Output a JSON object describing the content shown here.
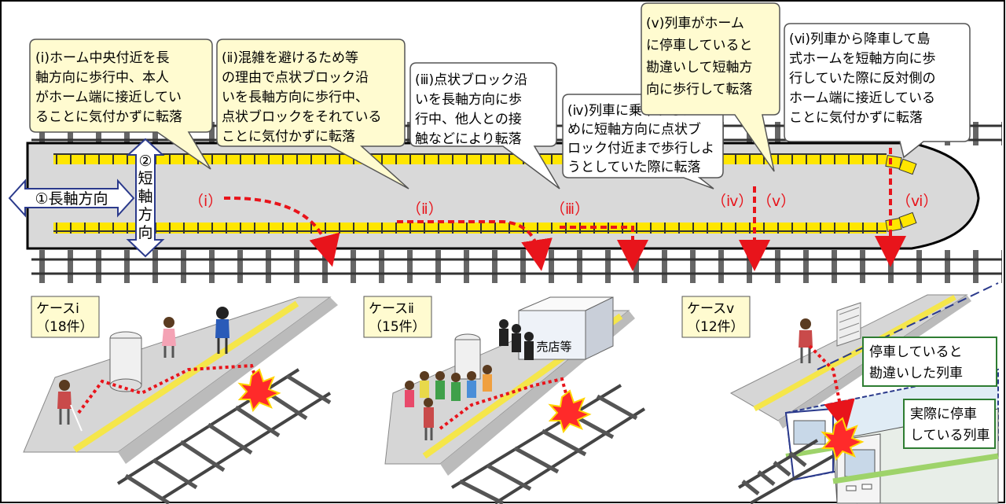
{
  "bubbles": {
    "i": [
      "(ⅰ)ホーム中央付近を長",
      "軸方向に歩行中、本人",
      "がホーム端に接近してい",
      "ることに気付かずに転落"
    ],
    "ii": [
      "(ⅱ)混雑を避けるため等",
      "の理由で点状ブロック沿",
      "いを長軸方向に歩行中、",
      "点状ブロックをそれている",
      "ことに気付かずに転落"
    ],
    "iii": [
      "(ⅲ)点状ブロック沿",
      "いを長軸方向に歩",
      "行中、他人との接",
      "触などにより転落"
    ],
    "iv": [
      "(ⅳ)列車に乗車するた",
      "めに短軸方向に点状ブ",
      "ロック付近まで歩行しよ",
      "うとしていた際に転落"
    ],
    "v": [
      "(ⅴ)列車がホーム",
      "に停車していると",
      "勘違いして短軸方",
      "向に歩行して転落"
    ],
    "vi": [
      "(ⅵ)列車から降車して島",
      "式ホームを短軸方向に歩",
      "行していた際に反対側の",
      "ホーム端に接近している",
      "ことに気付かずに転落"
    ]
  },
  "markers": {
    "i": "（ⅰ）",
    "ii": "（ⅱ）",
    "iii": "（ⅲ）",
    "iv": "（ⅳ）",
    "v": "（ⅴ）",
    "vi": "（ⅵ）"
  },
  "axes": {
    "long": "①長軸方向",
    "short_num": "②",
    "short_chars": [
      "短",
      "軸",
      "方",
      "向"
    ]
  },
  "cases": [
    {
      "title": "ケースⅰ",
      "count": "（18件）"
    },
    {
      "title": "ケースⅱ",
      "count": "（15件）"
    },
    {
      "title": "ケースⅴ",
      "count": "（12件）"
    }
  ],
  "kiosk_label": "売店等",
  "train_labels": {
    "mistaken": [
      "停車していると",
      "勘違いした列車"
    ],
    "actual": [
      "実際に停車",
      "している列車"
    ]
  },
  "colors": {
    "tactile": "#ffe600",
    "fall_path": "#e8141b",
    "platform": "#d9d9d9",
    "bubble": "#fffbd0",
    "train_green": "#9ed36a",
    "label_border": "#2e7d32"
  }
}
